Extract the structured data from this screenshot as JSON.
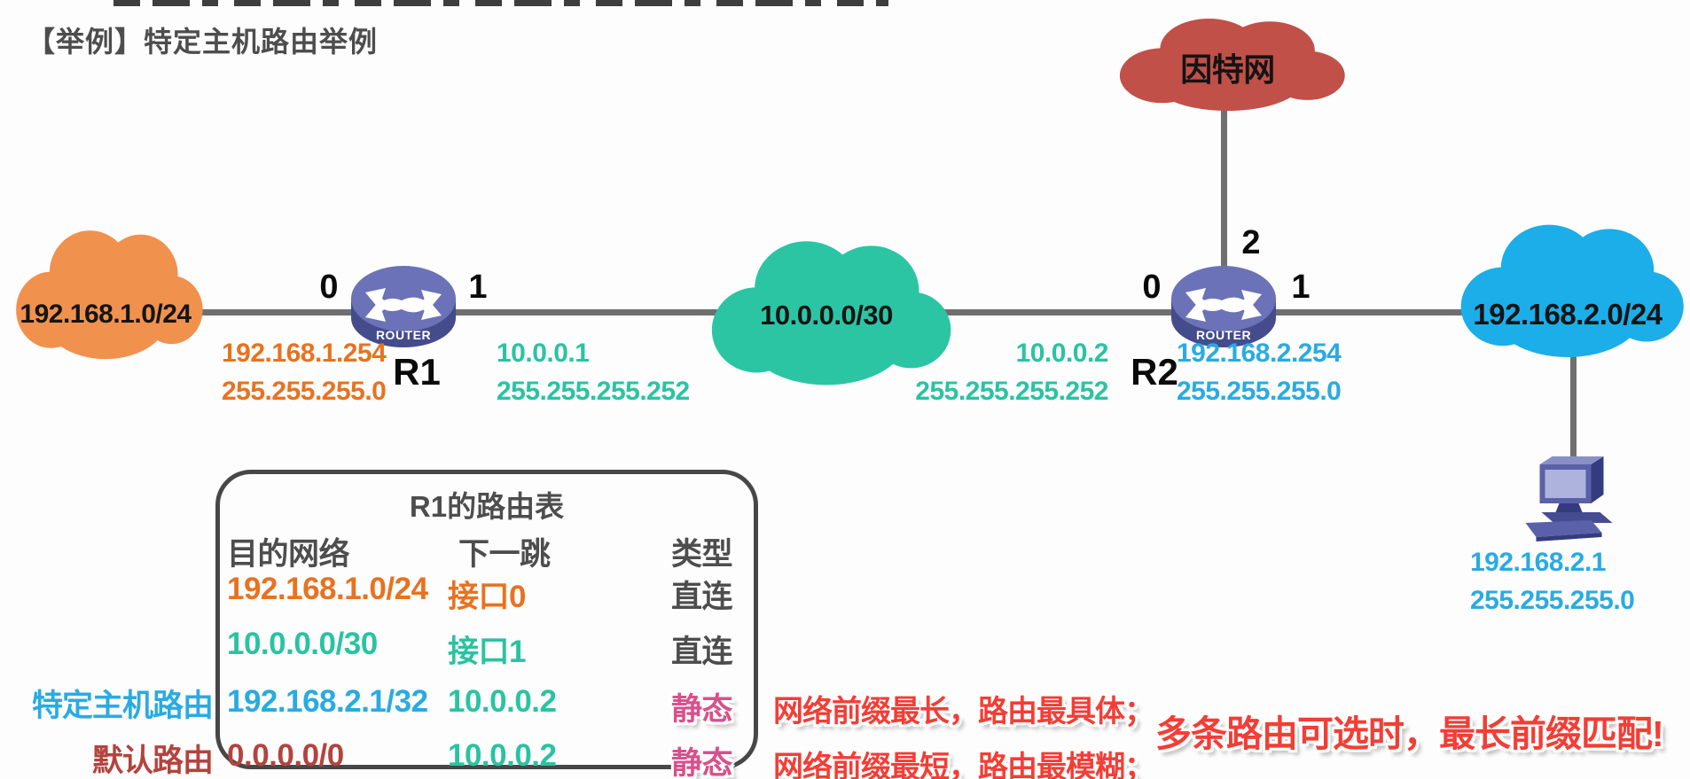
{
  "colors": {
    "orange": "#E8721F",
    "orangeCloud": "#F0914E",
    "teal": "#2AC3A2",
    "tealCloud": "#2BC5A4",
    "blue": "#29ABE2",
    "blueCloud": "#1BAEE8",
    "darkred": "#B4433E",
    "redCloud": "#C15049",
    "magenta": "#D9508B",
    "red": "#F23E36",
    "grayText": "#4D4D4D",
    "line": "#6F6F6F",
    "routerBody": "#6B72B8",
    "routerDark": "#454C8C"
  },
  "page": {
    "title": "【举例】特定主机路由举例"
  },
  "topology": {
    "clouds": [
      {
        "label": "192.168.1.0/24"
      },
      {
        "label": "10.0.0.0/30"
      },
      {
        "label": "因特网"
      },
      {
        "label": "192.168.2.0/24"
      }
    ],
    "routers": [
      {
        "name": "R1",
        "icon_text": "ROUTER",
        "interfaces": [
          "0",
          "1"
        ]
      },
      {
        "name": "R2",
        "icon_text": "ROUTER",
        "interfaces": [
          "0",
          "1",
          "2"
        ]
      }
    ],
    "ip_labels": [
      {
        "id": "r1-if0",
        "line1": "192.168.1.254",
        "line2": "255.255.255.0"
      },
      {
        "id": "r1-if1",
        "line1": "10.0.0.1",
        "line2": "255.255.255.252"
      },
      {
        "id": "r2-if0",
        "line1": "10.0.0.2",
        "line2": "255.255.255.252"
      },
      {
        "id": "r2-if1",
        "line1": "192.168.2.254",
        "line2": "255.255.255.0"
      },
      {
        "id": "host",
        "line1": "192.168.2.1",
        "line2": "255.255.255.0"
      }
    ]
  },
  "routing_table": {
    "title": "R1的路由表",
    "columns": [
      "目的网络",
      "下一跳",
      "类型"
    ],
    "rows": [
      {
        "dest": "192.168.1.0/24",
        "next_hop": "接口0",
        "type": "直连"
      },
      {
        "dest": "10.0.0.0/30",
        "next_hop": "接口1",
        "type": "直连"
      },
      {
        "dest": "192.168.2.1/32",
        "next_hop": "10.0.0.2",
        "type": "静态"
      },
      {
        "dest": "0.0.0.0/0",
        "next_hop": "10.0.0.2",
        "type": "静态"
      }
    ],
    "row_tags": [
      {
        "label": "特定主机路由"
      },
      {
        "label": "默认路由"
      }
    ]
  },
  "annotations": {
    "specific_host": "网络前缀最长，路由最具体；",
    "default_route": "网络前缀最短，路由最模糊；",
    "conclusion": "多条路由可选时，最长前缀匹配!"
  }
}
